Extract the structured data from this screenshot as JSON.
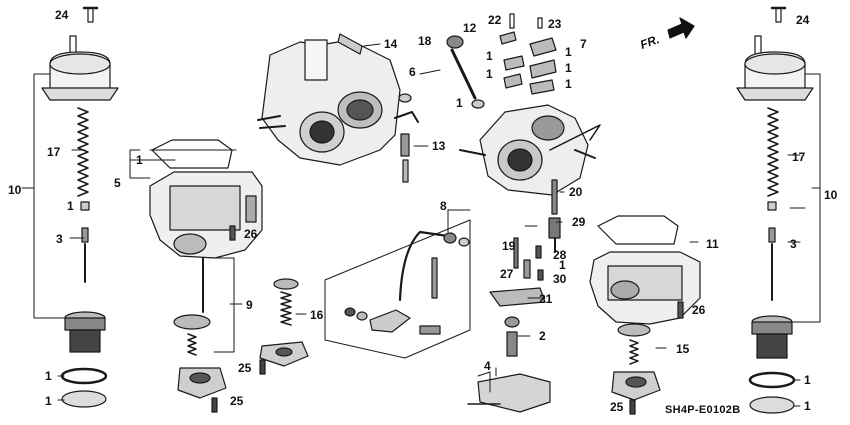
{
  "diagram": {
    "code": "SH4P-E0102B",
    "front_marker": "FR.",
    "callouts": [
      "24",
      "24",
      "22",
      "12",
      "23",
      "7",
      "18",
      "14",
      "6",
      "1",
      "1",
      "1",
      "1",
      "1",
      "1",
      "17",
      "17",
      "10",
      "10",
      "1",
      "1",
      "5",
      "13",
      "20",
      "3",
      "29",
      "3",
      "26",
      "8",
      "19",
      "28",
      "1",
      "27",
      "30",
      "11",
      "9",
      "21",
      "16",
      "26",
      "2",
      "15",
      "25",
      "1",
      "4",
      "1",
      "1",
      "1",
      "25",
      "25"
    ]
  }
}
